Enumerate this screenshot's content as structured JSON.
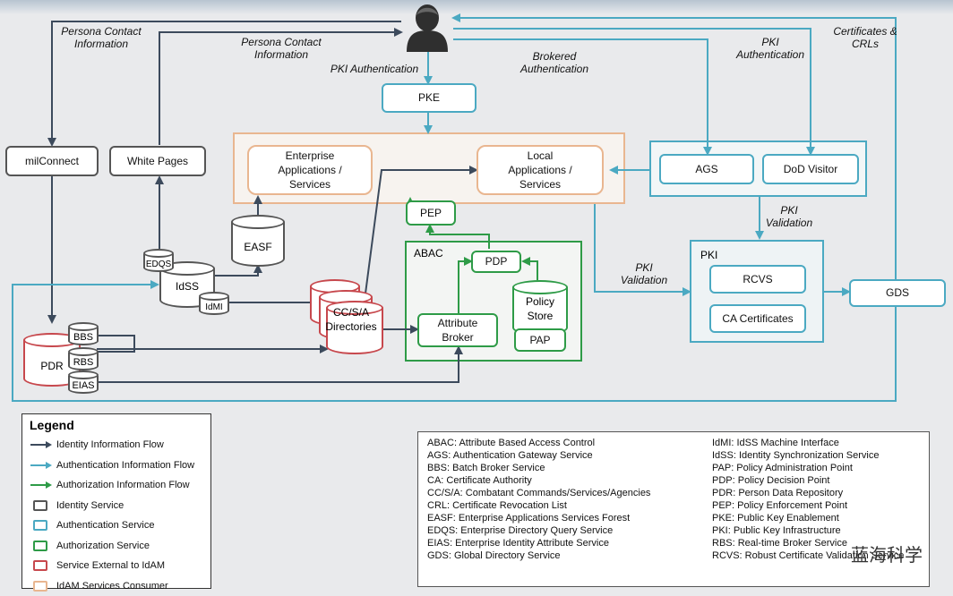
{
  "diagram": {
    "nodes": {
      "milconnect": "milConnect",
      "white_pages": "White Pages",
      "pke": "PKE",
      "enterprise_apps": "Enterprise Applications / Services",
      "local_apps": "Local Applications / Services",
      "ags": "AGS",
      "dod_visitor": "DoD Visitor",
      "easf": "EASF",
      "edqs": "EDQS",
      "idss": "IdSS",
      "idmi": "IdMI",
      "bbs": "BBS",
      "rbs": "RBS",
      "eias": "EIAS",
      "pdr": "PDR",
      "ccsa": "CC/S/A Directories",
      "abac": "ABAC",
      "pep": "PEP",
      "pdp": "PDP",
      "policy_store": "Policy Store",
      "pap": "PAP",
      "attribute_broker": "Attribute Broker",
      "pki": "PKI",
      "rcvs": "RCVS",
      "ca_certificates": "CA Certificates",
      "gds": "GDS"
    },
    "labels": {
      "persona_contact_1": "Persona Contact Information",
      "persona_contact_2": "Persona Contact Information",
      "pki_authentication_1": "PKI Authentication",
      "brokered_authentication": "Brokered Authentication",
      "pki_authentication_2": "PKI Authentication",
      "certificates_crls": "Certificates & CRLs",
      "pki_validation_1": "PKI Validation",
      "pki_validation_2": "PKI Validation"
    }
  },
  "legend": {
    "title": "Legend",
    "items": [
      {
        "label": "Identity Information Flow",
        "kind": "arrow",
        "color": "#3c4a5c"
      },
      {
        "label": "Authentication Information Flow",
        "kind": "arrow",
        "color": "#4ba9c2"
      },
      {
        "label": "Authorization  Information Flow",
        "kind": "arrow",
        "color": "#2e9b47"
      },
      {
        "label": "Identity Service",
        "kind": "box",
        "color": "#555555"
      },
      {
        "label": "Authentication Service",
        "kind": "box",
        "color": "#4ba9c2"
      },
      {
        "label": "Authorization Service",
        "kind": "box",
        "color": "#2e9b47"
      },
      {
        "label": "Service External to IdAM",
        "kind": "box",
        "color": "#c7484d"
      },
      {
        "label": "IdAM Services Consumer",
        "kind": "box",
        "color": "#e9b690"
      }
    ]
  },
  "abbreviations": {
    "left": [
      "ABAC: Attribute Based Access Control",
      "AGS: Authentication Gateway Service",
      "BBS: Batch Broker Service",
      "CA: Certificate Authority",
      "CC/S/A: Combatant Commands/Services/Agencies",
      "CRL: Certificate Revocation List",
      "EASF: Enterprise Applications Services Forest",
      "EDQS: Enterprise Directory Query Service",
      "EIAS: Enterprise Identity Attribute Service",
      "GDS: Global Directory Service"
    ],
    "right": [
      "IdMI: IdSS Machine Interface",
      "IdSS: Identity Synchronization Service",
      "PAP: Policy Administration Point",
      "PDP: Policy Decision Point",
      "PDR: Person Data Repository",
      "PEP: Policy Enforcement Point",
      "PKE: Public Key Enablement",
      "PKI: Public Key Infrastructure",
      "RBS: Real-time Broker Service",
      "RCVS: Robust Certificate Validation Service"
    ]
  },
  "watermark": "蓝海科学",
  "colors": {
    "identity": "#3c4a5c",
    "authentication": "#4ba9c2",
    "authorization": "#2e9b47",
    "external": "#c7484d",
    "consumer": "#e9b690"
  }
}
